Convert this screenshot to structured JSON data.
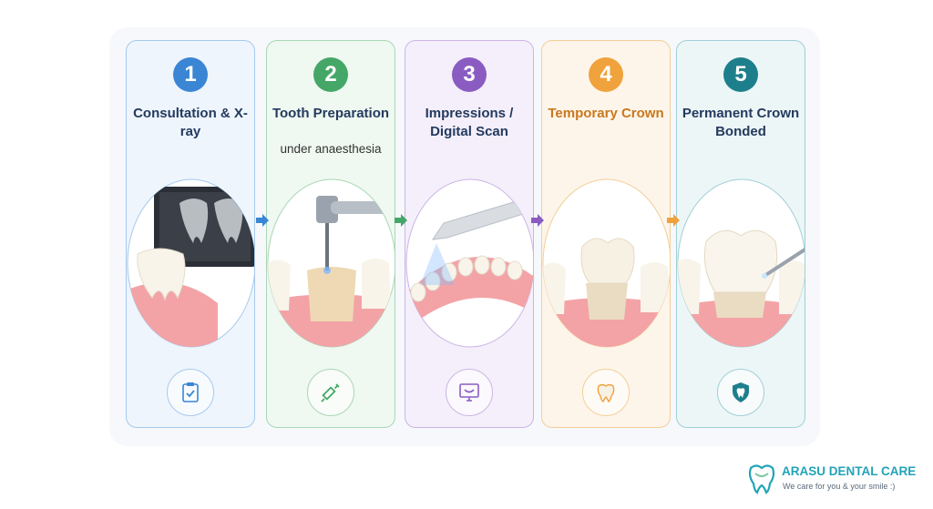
{
  "steps": [
    {
      "number": "1",
      "title": "Consultation & X-ray",
      "subtitle": "",
      "scene": "xray-scene",
      "icon": "clipboard-check-icon",
      "color": "#3a86d4",
      "tint": "#eef5fd",
      "border": "#a7c9ec"
    },
    {
      "number": "2",
      "title": "Tooth Preparation",
      "subtitle": "under anaesthesia",
      "scene": "drill-scene",
      "icon": "syringe-icon",
      "color": "#45a767",
      "tint": "#eff8f1",
      "border": "#a9d7b5"
    },
    {
      "number": "3",
      "title": "Impressions / Digital Scan",
      "subtitle": "",
      "scene": "scan-scene",
      "icon": "scan-monitor-icon",
      "color": "#8a5cc2",
      "tint": "#f4effa",
      "border": "#cbb5e6"
    },
    {
      "number": "4",
      "title": "Temporary Crown",
      "subtitle": "",
      "scene": "temporary-crown-scene",
      "icon": "tooth-icon",
      "color": "#f0a23c",
      "tint": "#fdf5ea",
      "border": "#f3cf98"
    },
    {
      "number": "5",
      "title": "Permanent Crown Bonded",
      "subtitle": "",
      "scene": "crown-bonding-scene",
      "icon": "shield-tooth-icon",
      "color": "#1e7f8c",
      "tint": "#edf6f7",
      "border": "#9fcfd6"
    }
  ],
  "arrow_colors": [
    "#3a86d4",
    "#45a767",
    "#8a5cc2",
    "#f0a23c"
  ],
  "logo": {
    "brand": "ARASU DENTAL CARE",
    "tagline": "We care for you & your smile :)",
    "icon": "tooth-logo-icon",
    "color": "#22a3b7"
  }
}
